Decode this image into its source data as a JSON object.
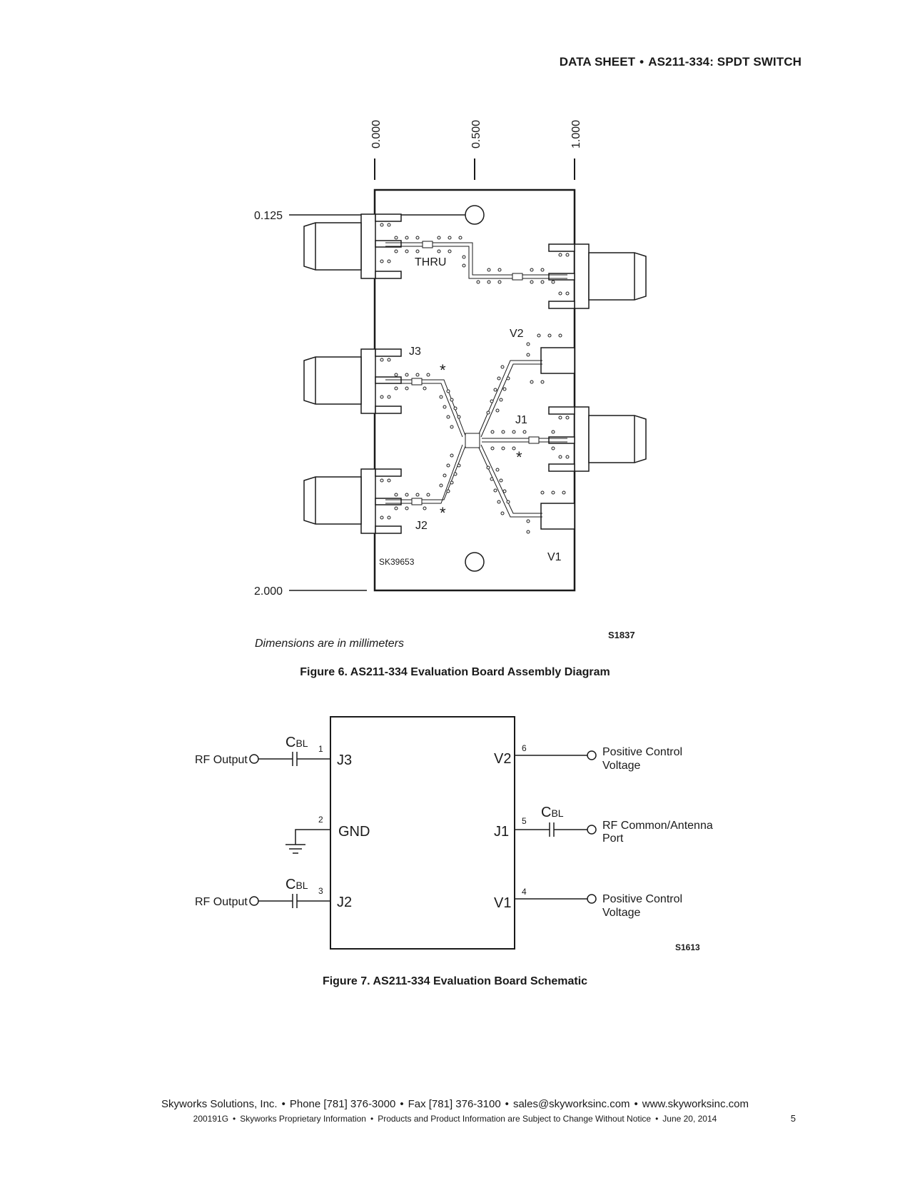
{
  "header": {
    "left": "DATA SHEET",
    "right": "AS211-334: SPDT SWITCH"
  },
  "figure6": {
    "dimensions_top": [
      "0.000",
      "0.500",
      "1.000"
    ],
    "dimensions_left": [
      "0.125",
      "2.000"
    ],
    "labels": {
      "thru": "THRU",
      "j3": "J3",
      "j2": "J2",
      "j1": "J1",
      "v1": "V1",
      "v2": "V2",
      "board_id": "SK39653",
      "star": "*"
    },
    "note": "Dimensions are in millimeters",
    "code": "S1837",
    "caption": "Figure 6. AS211-334 Evaluation Board Assembly Diagram"
  },
  "figure7": {
    "left_pins": [
      {
        "num": "1",
        "name": "J3",
        "external": "RF Output",
        "cap_main": "C",
        "cap_sub": "BL"
      },
      {
        "num": "2",
        "name": "GND"
      },
      {
        "num": "3",
        "name": "J2",
        "external": "RF Output",
        "cap_main": "C",
        "cap_sub": "BL"
      }
    ],
    "right_pins": [
      {
        "num": "6",
        "name": "V2",
        "external_line1": "Positive Control",
        "external_line2": "Voltage"
      },
      {
        "num": "5",
        "name": "J1",
        "external_line1": "RF Common/Antenna",
        "external_line2": "Port",
        "cap_main": "C",
        "cap_sub": "BL"
      },
      {
        "num": "4",
        "name": "V1",
        "external_line1": "Positive Control",
        "external_line2": "Voltage"
      }
    ],
    "code": "S1613",
    "caption": "Figure 7. AS211-334 Evaluation Board Schematic"
  },
  "footer": {
    "company": "Skyworks Solutions, Inc.",
    "phone": "Phone [781] 376-3000",
    "fax": "Fax [781] 376-3100",
    "email": "sales@skyworksinc.com",
    "web": "www.skyworksinc.com",
    "doc_number": "200191G",
    "proprietary": "Skyworks Proprietary Information",
    "notice": "Products and Product Information are Subject to Change Without Notice",
    "date": "June 20, 2014",
    "page": "5"
  }
}
